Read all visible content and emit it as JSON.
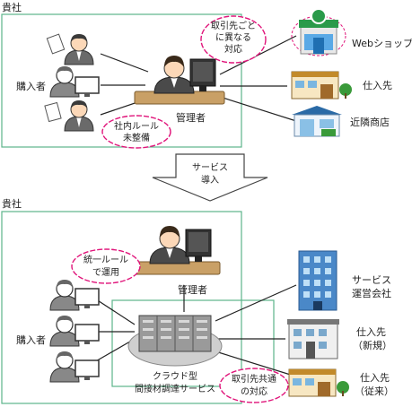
{
  "before": {
    "company_label": "貴社",
    "purchaser_label": "購入者",
    "manager_label": "管理者",
    "bubble_rules": [
      "社内ルール",
      "未整備"
    ],
    "bubble_suppliers": [
      "取引先ごと",
      "に異なる",
      "対応"
    ],
    "suppliers": {
      "web_shop": "Webショップ",
      "supplier": "仕入先",
      "local_store": "近隣商店"
    }
  },
  "arrow": {
    "lines": [
      "サービス",
      "導入"
    ]
  },
  "after": {
    "company_label": "貴社",
    "purchaser_label": "購入者",
    "manager_label": "管理者",
    "bubble_rules": [
      "統一ルール",
      "で運用"
    ],
    "cloud_label": [
      "クラウド型",
      "間接材調達サービス"
    ],
    "bubble_common": [
      "取引先共通",
      "の対応"
    ],
    "service_company": [
      "サービス",
      "運営会社"
    ],
    "new_supplier": [
      "仕入先",
      "（新規）"
    ],
    "existing_supplier": [
      "仕入先",
      "（従来）"
    ]
  },
  "colors": {
    "frame": "#5cb58a",
    "bubble": "#e0147a",
    "line": "#222222"
  }
}
